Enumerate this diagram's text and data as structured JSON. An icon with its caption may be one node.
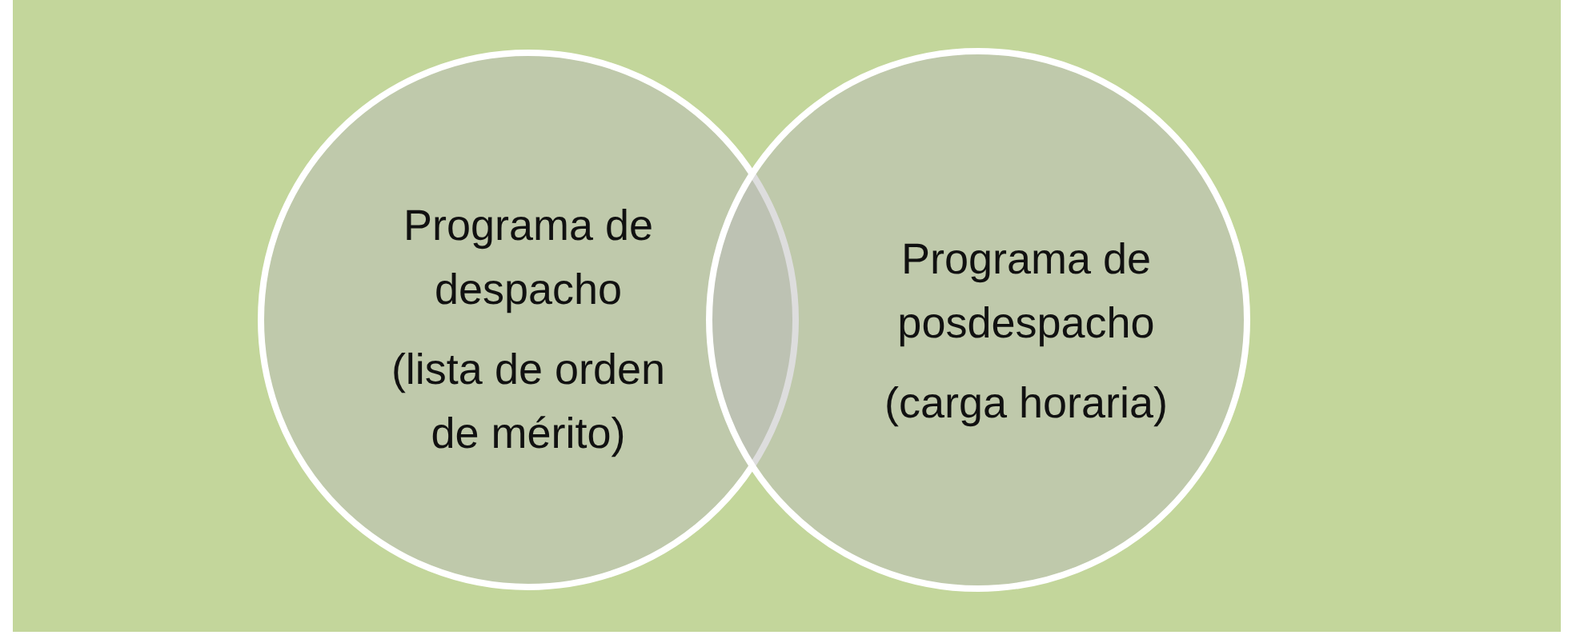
{
  "diagram": {
    "nodes": [
      {
        "text": [
          "Programa de despacho",
          "(lista de orden de mérito)"
        ]
      },
      {
        "text": [
          "Programa de posdespacho",
          "(carga horaria)"
        ]
      }
    ]
  }
}
